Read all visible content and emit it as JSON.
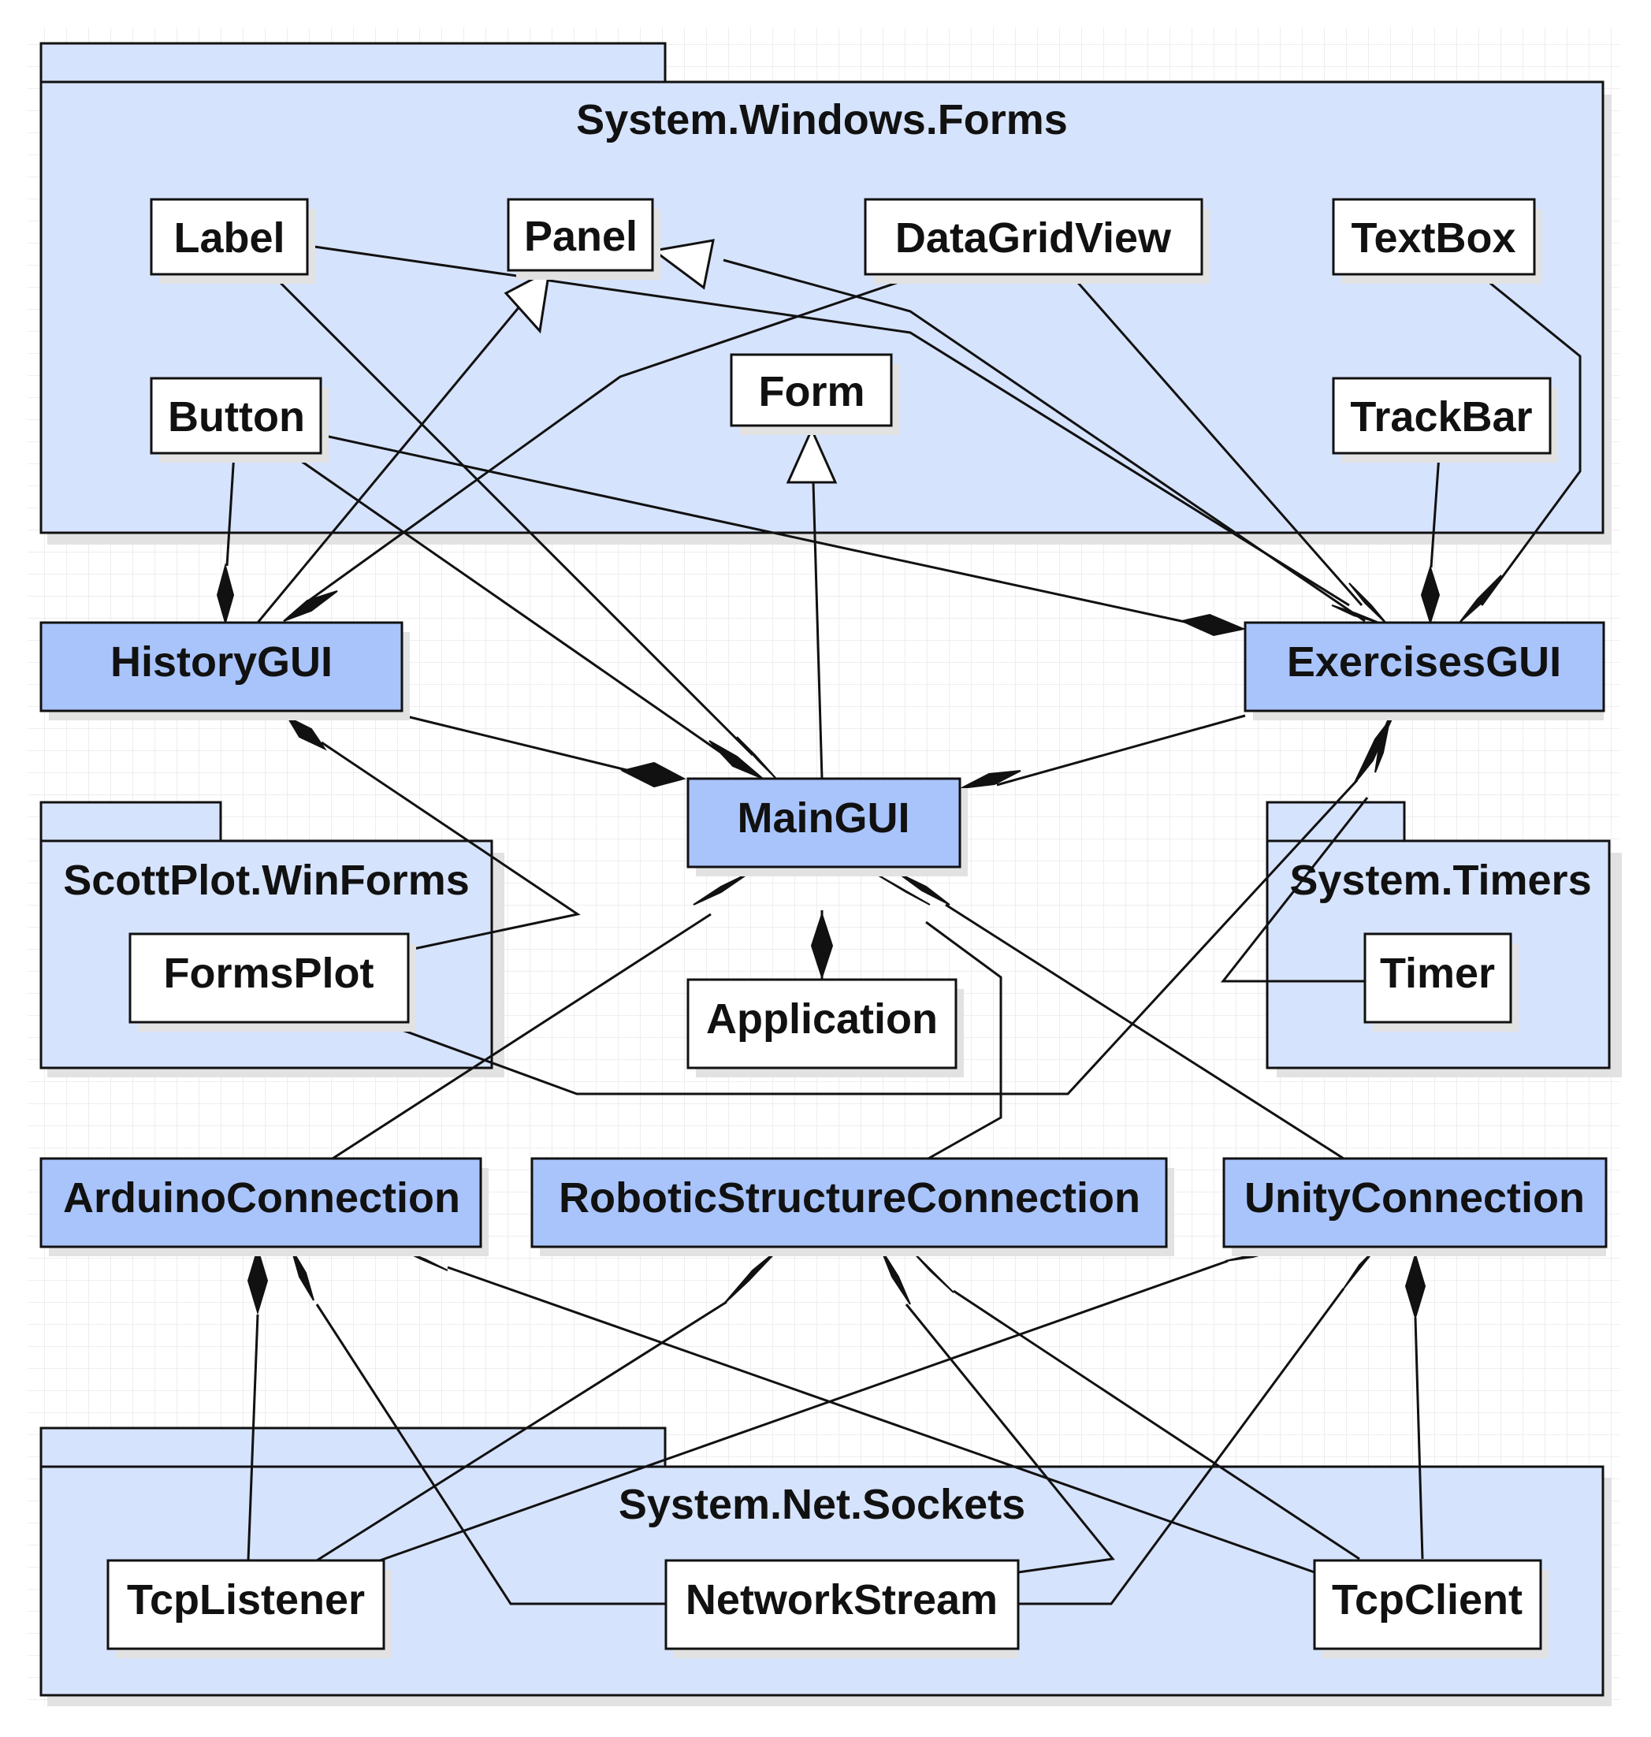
{
  "colors": {
    "package_fill": "#d6e3fd",
    "own_class_fill": "#a9c4fb",
    "lib_class_fill": "#ffffff",
    "line": "#111111",
    "grid": "#e6e6e6",
    "shadow": "#e2e2e2"
  },
  "packages": {
    "forms": "System.Windows.Forms",
    "scottplot": "ScottPlot.WinForms",
    "timers": "System.Timers",
    "sockets": "System.Net.Sockets"
  },
  "classes": {
    "label": "Label",
    "panel": "Panel",
    "datagridview": "DataGridView",
    "textbox": "TextBox",
    "button": "Button",
    "form": "Form",
    "trackbar": "TrackBar",
    "historygui": "HistoryGUI",
    "exercisesgui": "ExercisesGUI",
    "maingui": "MainGUI",
    "formsplot": "FormsPlot",
    "application": "Application",
    "timer": "Timer",
    "arduinoconnection": "ArduinoConnection",
    "roboticstructureconnection": "RoboticStructureConnection",
    "unityconnection": "UnityConnection",
    "tcplistener": "TcpListener",
    "networkstream": "NetworkStream",
    "tcpclient": "TcpClient"
  },
  "relations": [
    {
      "kind": "composition",
      "part": "Label",
      "whole": "MainGUI"
    },
    {
      "kind": "composition",
      "part": "Label",
      "whole": "ExercisesGUI"
    },
    {
      "kind": "composition",
      "part": "Button",
      "whole": "HistoryGUI"
    },
    {
      "kind": "composition",
      "part": "Button",
      "whole": "MainGUI"
    },
    {
      "kind": "composition",
      "part": "Button",
      "whole": "ExercisesGUI"
    },
    {
      "kind": "composition",
      "part": "DataGridView",
      "whole": "HistoryGUI"
    },
    {
      "kind": "composition",
      "part": "DataGridView",
      "whole": "ExercisesGUI"
    },
    {
      "kind": "composition",
      "part": "TextBox",
      "whole": "ExercisesGUI"
    },
    {
      "kind": "composition",
      "part": "TrackBar",
      "whole": "ExercisesGUI"
    },
    {
      "kind": "generalization",
      "child": "HistoryGUI",
      "parent": "Panel"
    },
    {
      "kind": "generalization",
      "child": "ExercisesGUI",
      "parent": "Panel"
    },
    {
      "kind": "generalization",
      "child": "MainGUI",
      "parent": "Form"
    },
    {
      "kind": "composition",
      "part": "HistoryGUI",
      "whole": "MainGUI"
    },
    {
      "kind": "composition",
      "part": "ExercisesGUI",
      "whole": "MainGUI"
    },
    {
      "kind": "composition",
      "part": "FormsPlot",
      "whole": "HistoryGUI"
    },
    {
      "kind": "composition",
      "part": "FormsPlot",
      "whole": "ExercisesGUI"
    },
    {
      "kind": "composition",
      "part": "Timer",
      "whole": "ExercisesGUI"
    },
    {
      "kind": "composition",
      "part": "Application",
      "whole": "MainGUI"
    },
    {
      "kind": "composition",
      "part": "ArduinoConnection",
      "whole": "MainGUI"
    },
    {
      "kind": "composition",
      "part": "RoboticStructureConnection",
      "whole": "MainGUI"
    },
    {
      "kind": "composition",
      "part": "UnityConnection",
      "whole": "MainGUI"
    },
    {
      "kind": "composition",
      "part": "TcpListener",
      "whole": "ArduinoConnection"
    },
    {
      "kind": "composition",
      "part": "TcpListener",
      "whole": "RoboticStructureConnection"
    },
    {
      "kind": "composition",
      "part": "TcpListener",
      "whole": "UnityConnection"
    },
    {
      "kind": "composition",
      "part": "NetworkStream",
      "whole": "ArduinoConnection"
    },
    {
      "kind": "composition",
      "part": "NetworkStream",
      "whole": "RoboticStructureConnection"
    },
    {
      "kind": "composition",
      "part": "NetworkStream",
      "whole": "UnityConnection"
    },
    {
      "kind": "composition",
      "part": "TcpClient",
      "whole": "ArduinoConnection"
    },
    {
      "kind": "composition",
      "part": "TcpClient",
      "whole": "RoboticStructureConnection"
    },
    {
      "kind": "composition",
      "part": "TcpClient",
      "whole": "UnityConnection"
    }
  ]
}
